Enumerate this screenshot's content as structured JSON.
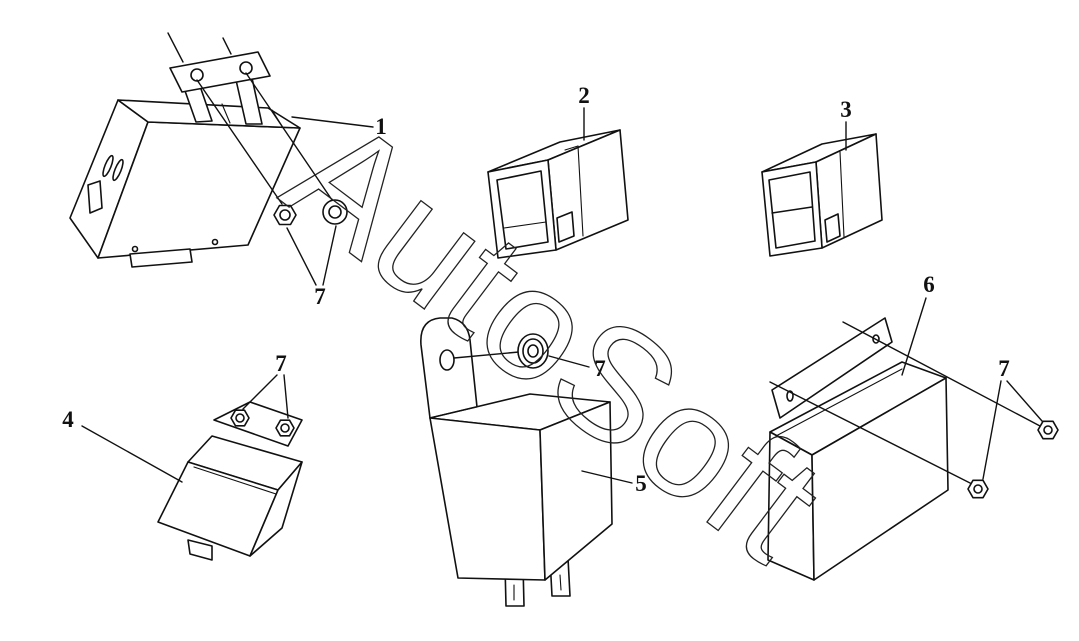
{
  "diagram": {
    "watermark": "AutoSoft",
    "callouts": {
      "c1": "1",
      "c2": "2",
      "c3": "3",
      "c4": "4",
      "c5": "5",
      "c6": "6",
      "c7_part1": "7",
      "c7_part4": "7",
      "c7_part5": "7",
      "c7_part6": "7"
    }
  },
  "colors": {
    "line": "#111111",
    "watermark": "#222222",
    "background": "#ffffff"
  }
}
